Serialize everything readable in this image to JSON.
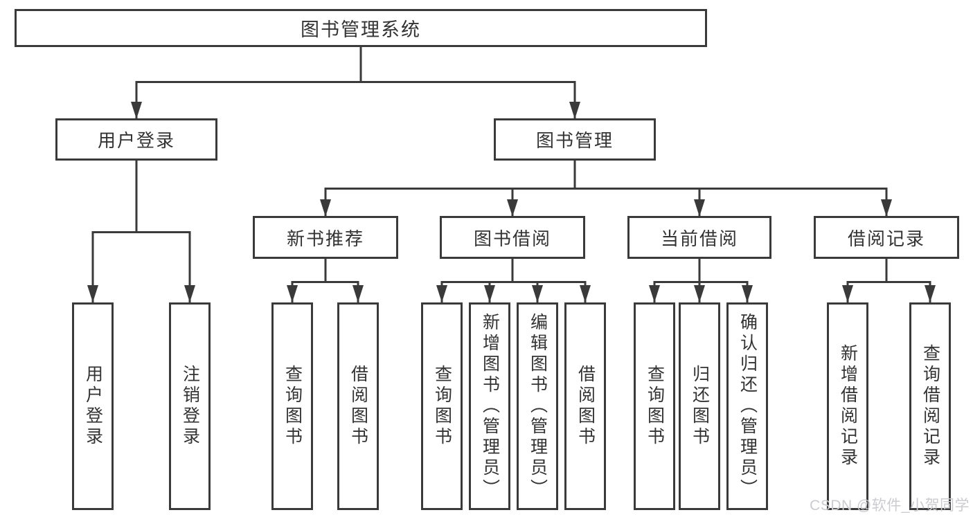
{
  "diagram_title": "图书管理系统",
  "tree": {
    "label": "图书管理系统",
    "children": [
      {
        "label": "用户登录",
        "children": [
          {
            "label": "用户登录"
          },
          {
            "label": "注销登录"
          }
        ]
      },
      {
        "label": "图书管理",
        "children": [
          {
            "label": "新书推荐",
            "children": [
              {
                "label": "查询图书"
              },
              {
                "label": "借阅图书"
              }
            ]
          },
          {
            "label": "图书借阅",
            "children": [
              {
                "label": "查询图书"
              },
              {
                "label": "新增图书（管理员）"
              },
              {
                "label": "编辑图书（管理员）"
              },
              {
                "label": "借阅图书"
              }
            ]
          },
          {
            "label": "当前借阅",
            "children": [
              {
                "label": "查询图书"
              },
              {
                "label": "归还图书"
              },
              {
                "label": "确认归还（管理员）"
              }
            ]
          },
          {
            "label": "借阅记录",
            "children": [
              {
                "label": "新增借阅记录"
              },
              {
                "label": "查询借阅记录"
              }
            ]
          }
        ]
      }
    ]
  },
  "watermark": {
    "text": "CSDN @软件_小贺同学"
  },
  "colors": {
    "line": "#3a3a3a",
    "text": "#333333",
    "background": "#ffffff",
    "watermark": "#cbcbd0"
  }
}
